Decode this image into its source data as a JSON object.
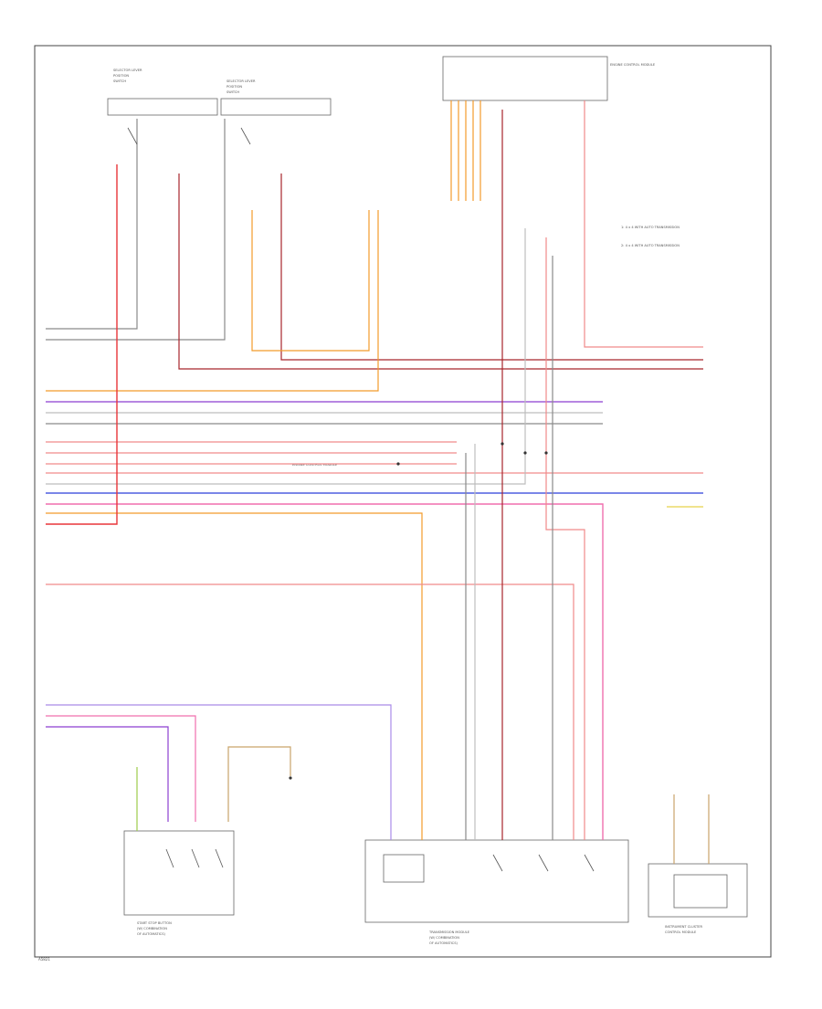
{
  "footer": {
    "code": "A5821"
  },
  "components": {
    "top_left_box_labels": [
      "SELECTOR LEVER",
      "POSITION",
      "SWITCH"
    ],
    "note_lines": [
      "1: 4 x 4 WITH AUTO TRANSMISSION",
      "2: 4 x 4 WITH AUTO TRANSMISSION"
    ],
    "center_note": "ENGINE CONTROL MODULE",
    "start_button_title": [
      "START STOP BUTTON",
      "(W/ COMBINATION",
      "OF AUTOMATICS)"
    ],
    "center_module_title": [
      "TRANSMISSION MODULE",
      "(W/ COMBINATION",
      "OF AUTOMATICS)"
    ],
    "cluster_title": [
      "INSTRUMENT CLUSTER",
      "CONTROL MODULE"
    ]
  },
  "colors": {
    "red": "#e8353a",
    "pink": "#f06fae",
    "purple": "#8c3fd0",
    "blue": "#4f5fe0",
    "orange": "#f29b2b",
    "gray": "#8a8a8a",
    "lightgray": "#bdbdbd",
    "darkred": "#a8262c",
    "tan": "#c9a46a",
    "yellow": "#e7d24a",
    "lavender": "#a98be8",
    "salmon": "#f08a8a"
  }
}
